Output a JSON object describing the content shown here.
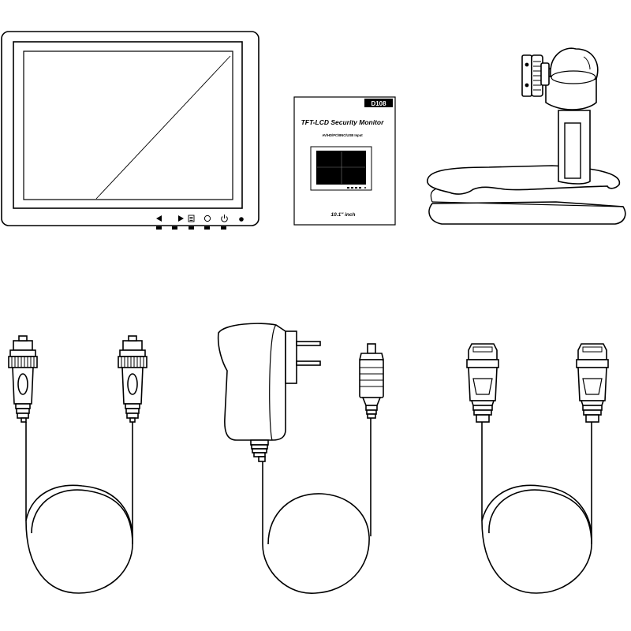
{
  "monitor": {
    "buttons": [
      {
        "icon": "left-arrow-icon"
      },
      {
        "icon": "right-arrow-icon"
      },
      {
        "icon": "menu-icon"
      },
      {
        "icon": "source-icon"
      },
      {
        "icon": "power-icon"
      }
    ],
    "indicator": "power-led"
  },
  "manual": {
    "badge": "D108",
    "title": "TFT-LCD Security Monitor",
    "subtitle": "AV/HD/PC/BNC/USB Input",
    "size": "10.1'' inch"
  },
  "items": [
    {
      "name": "lcd-monitor"
    },
    {
      "name": "user-manual"
    },
    {
      "name": "monitor-stand"
    },
    {
      "name": "bnc-cable"
    },
    {
      "name": "power-adapter"
    },
    {
      "name": "hdmi-cable"
    }
  ],
  "colors": {
    "line": "#000000",
    "background": "#ffffff"
  }
}
